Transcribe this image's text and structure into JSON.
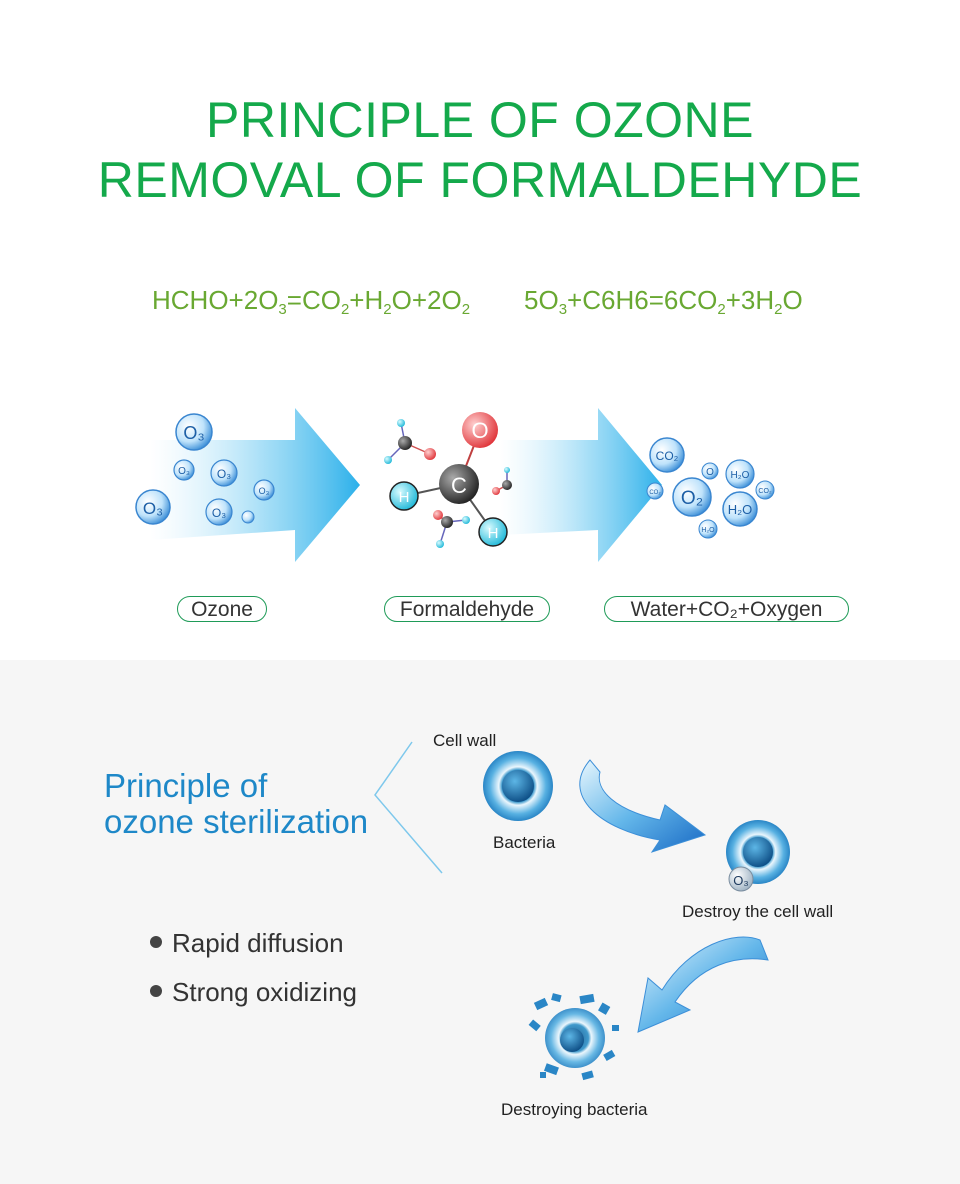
{
  "header": {
    "title_line1": "PRINCIPLE OF OZONE",
    "title_line2": "REMOVAL OF FORMALDEHYDE"
  },
  "equations": {
    "eq1": [
      "HCHO+2O",
      "3",
      "=CO",
      "2",
      "+H",
      "2",
      "O+2O",
      "2"
    ],
    "eq2": [
      "5O",
      "3",
      "+C6H6=6CO",
      "2",
      "+3H",
      "2",
      "O"
    ]
  },
  "stages": {
    "ozone": "Ozone",
    "formaldehyde": "Formaldehyde",
    "products": "Water+CO₂+Oxygen"
  },
  "molecules": {
    "o3": "O₃",
    "o": "O",
    "c": "C",
    "h": "H",
    "co2": "CO₂",
    "h2o": "H₂O",
    "o2": "O₂"
  },
  "sterilization": {
    "title_line1": "Principle of",
    "title_line2": "ozone sterilization",
    "cell_wall": "Cell wall",
    "bacteria": "Bacteria",
    "destroy_wall": "Destroy the cell wall",
    "destroying": "Destroying bacteria",
    "o3": "O₃",
    "features": [
      "Rapid diffusion",
      "Strong oxidizing"
    ]
  },
  "colors": {
    "title_green": "#14a94b",
    "equation_green": "#69a832",
    "sterilization_blue": "#1e88c8",
    "arrow_blue": "#39b6e8"
  }
}
